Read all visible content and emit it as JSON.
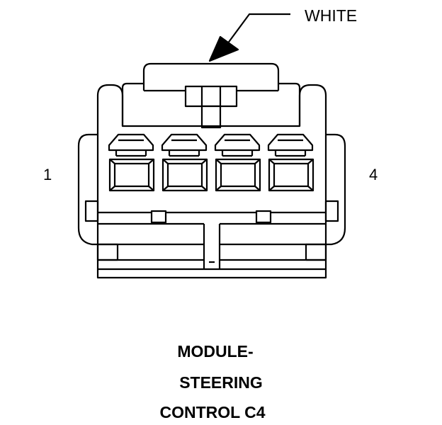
{
  "callout": {
    "color_label": "WHITE"
  },
  "pins": {
    "left": "1",
    "right": "4"
  },
  "title_lines": [
    "MODULE-",
    "STEERING",
    "CONTROL C4"
  ],
  "colors": {
    "stroke": "#000000",
    "background": "#ffffff"
  },
  "terminal_count": 4
}
